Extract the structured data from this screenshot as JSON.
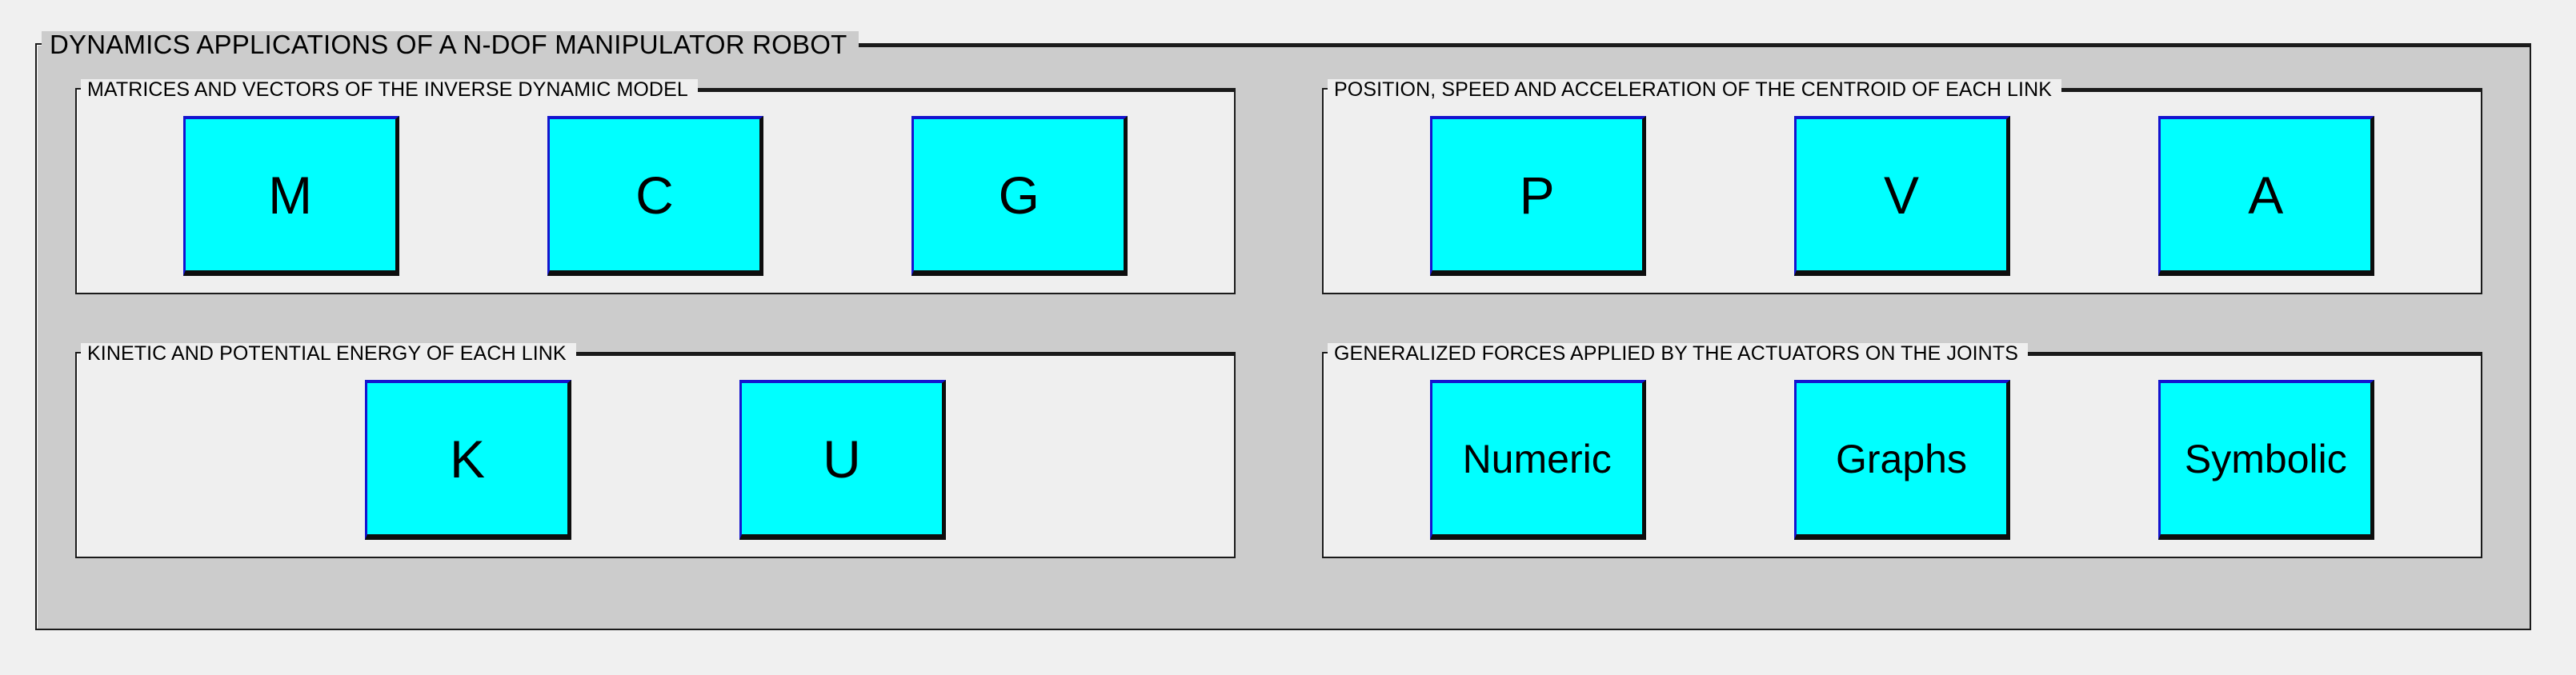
{
  "window": {
    "background_color": "#f0f0f0"
  },
  "outer_panel": {
    "title": "DYNAMICS APPLICATIONS OF A N-DOF MANIPULATOR ROBOT",
    "background_color": "#cccccc",
    "border_color": "#1a1a1a"
  },
  "theme": {
    "button_face": "#00ffff",
    "button_highlight": "#1414cf",
    "button_shadow": "#0d0d0d",
    "panel_face": "#efefef",
    "text_color": "#000000"
  },
  "panels": {
    "inverse_dynamic_model": {
      "title": "MATRICES AND VECTORS OF THE INVERSE DYNAMIC MODEL",
      "buttons": [
        {
          "label": "M",
          "name": "mass-matrix-button"
        },
        {
          "label": "C",
          "name": "coriolis-matrix-button"
        },
        {
          "label": "G",
          "name": "gravity-vector-button"
        }
      ]
    },
    "centroid_kinematics": {
      "title": "POSITION, SPEED AND ACCELERATION OF THE CENTROID OF EACH LINK",
      "buttons": [
        {
          "label": "P",
          "name": "position-button"
        },
        {
          "label": "V",
          "name": "speed-button"
        },
        {
          "label": "A",
          "name": "acceleration-button"
        }
      ]
    },
    "link_energy": {
      "title": "KINETIC AND POTENTIAL ENERGY OF EACH LINK",
      "buttons": [
        {
          "label": "K",
          "name": "kinetic-energy-button"
        },
        {
          "label": "U",
          "name": "potential-energy-button"
        }
      ]
    },
    "generalized_forces": {
      "title": "GENERALIZED FORCES APPLIED BY THE ACTUATORS ON THE JOINTS",
      "buttons": [
        {
          "label": "Numeric",
          "name": "numeric-button"
        },
        {
          "label": "Graphs",
          "name": "graphs-button"
        },
        {
          "label": "Symbolic",
          "name": "symbolic-button"
        }
      ]
    }
  }
}
